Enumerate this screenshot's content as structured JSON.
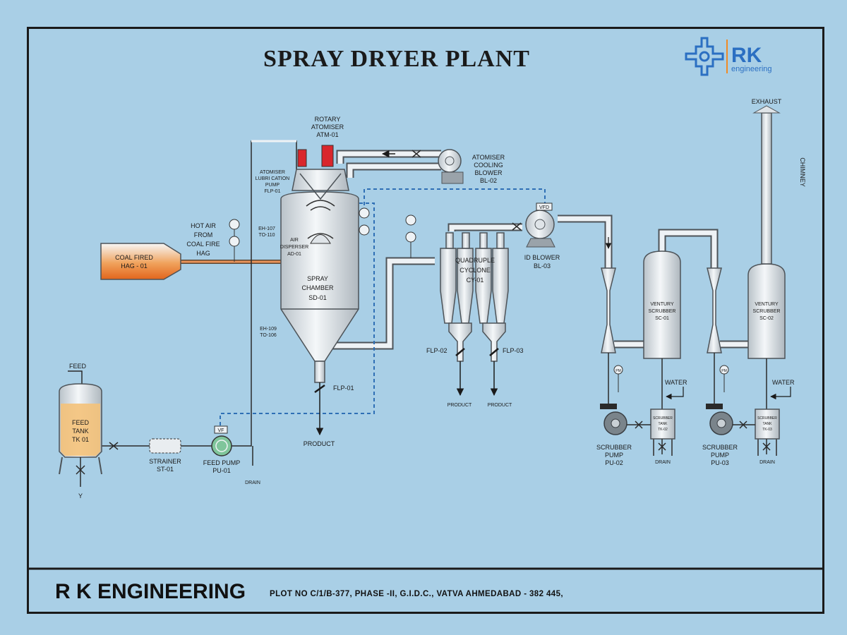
{
  "title": "SPRAY DRYER PLANT",
  "logo": {
    "name": "RK",
    "sub": "engineering",
    "icon": "rk-emblem-icon",
    "colors": {
      "blue": "#2b6fc2",
      "orange": "#f08a24"
    }
  },
  "colors": {
    "background": "#a9cfe6",
    "pipe": "#4d5358",
    "metal": "#e9edf0",
    "dashed_line": "#2f6fb5",
    "motor_red": "#d9262c",
    "liquid": "#f4c27a",
    "hag_orange": "#e66a1f"
  },
  "labels": {
    "feed": "FEED",
    "feed_tank": [
      "FEED",
      "TANK",
      "TK 01"
    ],
    "strainer": [
      "STRAINER",
      "ST-01"
    ],
    "feed_pump": [
      "FEED PUMP",
      "PU-01"
    ],
    "vf": "VF",
    "drain": "DRAIN",
    "y": "Y",
    "hot_air": [
      "HOT AIR",
      "FROM",
      "COAL FIRE",
      "HAG"
    ],
    "coal_fired": [
      "COAL FIRED",
      "HAG - 01"
    ],
    "rotary_atomiser": [
      "ROTARY",
      "ATOMISER",
      "ATM-01"
    ],
    "lub_pump": [
      "ATOMISER",
      "LUBRI CATION",
      "PUMP",
      "FLP-01"
    ],
    "eh107": [
      "EH-107",
      "TO-110"
    ],
    "air_disperser": [
      "AIR",
      "DISPERSER",
      "AD-01"
    ],
    "spray_chamber": [
      "SPRAY",
      "CHAMBER",
      "SD-01"
    ],
    "eh109": [
      "EH-109",
      "TO-106"
    ],
    "flp01": "FLP-01",
    "product": "PRODUCT",
    "cooling_blower": [
      "ATOMISER",
      "COOLING",
      "BLOWER",
      "BL-02"
    ],
    "vfd": "VFD",
    "id_blower": [
      "ID BLOWER",
      "BL-03"
    ],
    "cyclone": [
      "QUADRUPLE",
      "CYCLONE",
      "CY-01"
    ],
    "flp02": "FLP-02",
    "flp03": "FLP-03",
    "venturi1": [
      "VENTURY",
      "SCRUBBER",
      "SC-01"
    ],
    "venturi2": [
      "VENTURY",
      "SCRUBBER",
      "SC-02"
    ],
    "water": "WATER",
    "scrub_tank1": [
      "SCRUBBER",
      "TANK",
      "TK-02"
    ],
    "scrub_tank2": [
      "SCRUBBER",
      "TANK",
      "TK-03"
    ],
    "scrub_pump1": [
      "SCRUBBER",
      "PUMP",
      "PU-02"
    ],
    "scrub_pump2": [
      "SCRUBBER",
      "PUMP",
      "PU-03"
    ],
    "pm": "PM",
    "exhaust": "EXHAUST",
    "chimney": "CHIMNEY"
  },
  "footer": {
    "company": "R K ENGINEERING",
    "address": "PLOT NO C/1/B-377, PHASE -II, G.I.D.C., VATVA AHMEDABAD - 382 445,"
  }
}
